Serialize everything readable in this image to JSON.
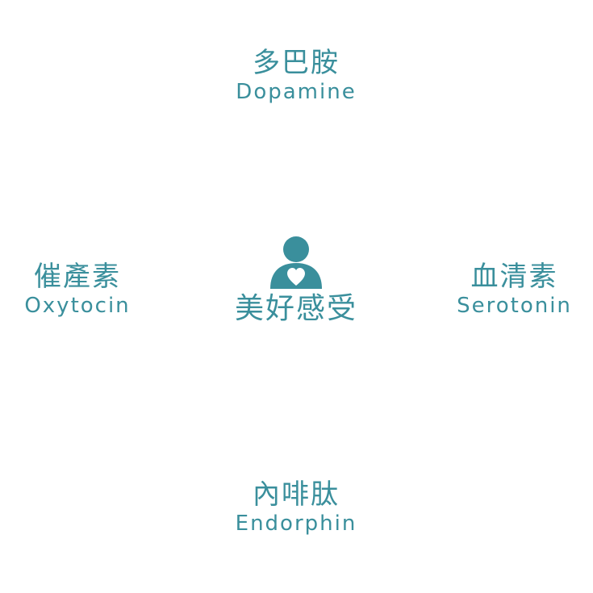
{
  "center": {
    "label": "美好感受",
    "icon": "person-with-heart-icon"
  },
  "nodes": {
    "top": {
      "zh": "多巴胺",
      "en": "Dopamine"
    },
    "left": {
      "zh": "催產素",
      "en": "Oxytocin"
    },
    "right": {
      "zh": "血清素",
      "en": "Serotonin"
    },
    "bottom": {
      "zh": "內啡肽",
      "en": "Endorphin"
    }
  },
  "colors": {
    "accent": "#3a8f9c",
    "background": "#ffffff"
  }
}
